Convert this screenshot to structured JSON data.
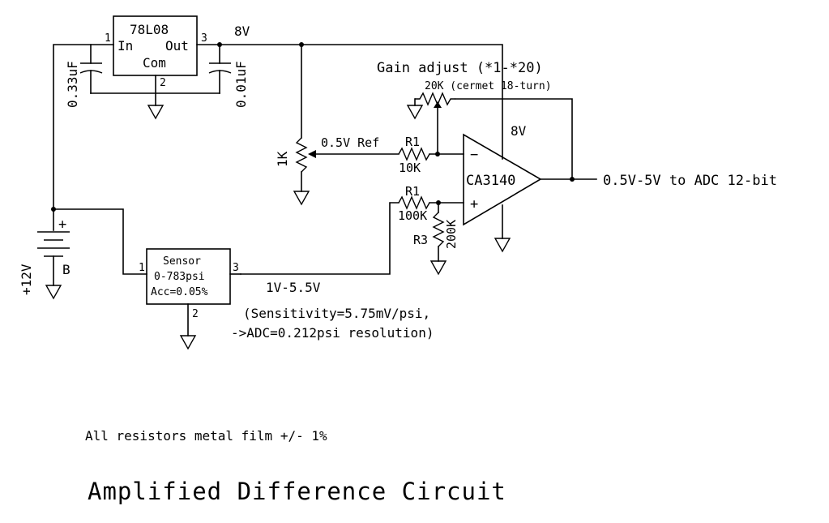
{
  "regulator": {
    "part": "78L08",
    "in": "In",
    "out": "Out",
    "com": "Com",
    "pin_in": "1",
    "pin_out": "3",
    "pin_com": "2"
  },
  "capacitors": {
    "c1": "0.33uF",
    "c2": "0.01uF"
  },
  "rail_label": "8V",
  "gain": {
    "title": "Gain adjust (*1-*20)",
    "pot": "20K (cermet 18-turn)"
  },
  "ref_pot": {
    "value": "1K",
    "label": "0.5V Ref"
  },
  "r1_top": {
    "name": "R1",
    "value": "10K"
  },
  "r1_bot": {
    "name": "R1",
    "value": "100K"
  },
  "r3": {
    "name": "R3",
    "value": "200K"
  },
  "opamp": {
    "part": "CA3140",
    "supply": "8V",
    "minus": "−",
    "plus": "+"
  },
  "output_label": "0.5V-5V to ADC 12-bit",
  "battery": {
    "voltage": "+12V",
    "name": "B",
    "plus": "+"
  },
  "sensor": {
    "name": "Sensor",
    "range": "0-783psi",
    "accuracy": "Acc=0.05%",
    "pin1": "1",
    "pin2": "2",
    "pin3": "3"
  },
  "sensor_out": "1V-5.5V",
  "sensitivity": {
    "line1": "(Sensitivity=5.75mV/psi,",
    "line2": "->ADC=0.212psi resolution)"
  },
  "note": "All resistors metal film +/- 1%",
  "title": "Amplified Difference Circuit"
}
